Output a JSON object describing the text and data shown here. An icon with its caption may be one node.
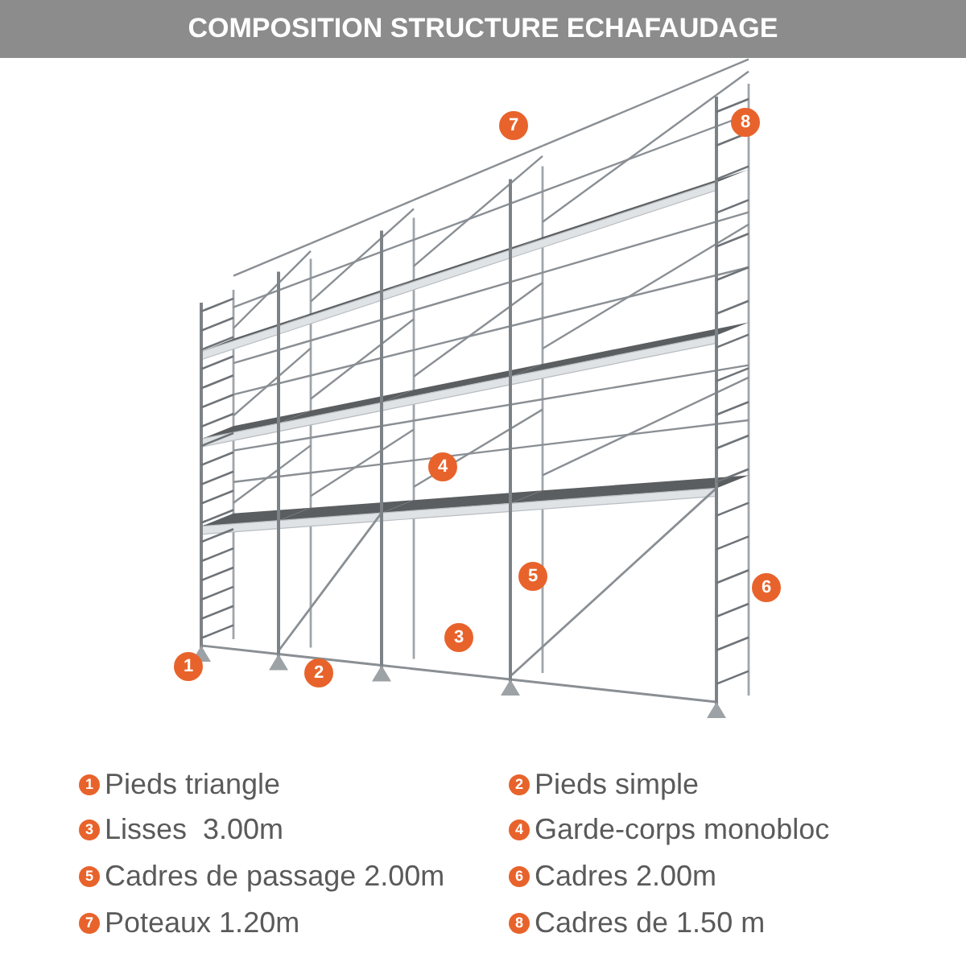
{
  "diagram": {
    "title": "COMPOSITION STRUCTURE ECHAFAUDAGE",
    "labels": [
      "7",
      "8",
      "4",
      "5",
      "6",
      "3",
      "1",
      "2",
      "1",
      "Pieds triangle",
      "2",
      "Pieds simple",
      "3",
      "Lisses  3.00m",
      "4",
      "Garde-corps monobloc",
      "5",
      "Cadres de passage 2.00m",
      "6",
      "Cadres 2.00m",
      "7",
      "Poteaux 1.20m",
      "8",
      "Cadres de 1.50 m"
    ]
  }
}
